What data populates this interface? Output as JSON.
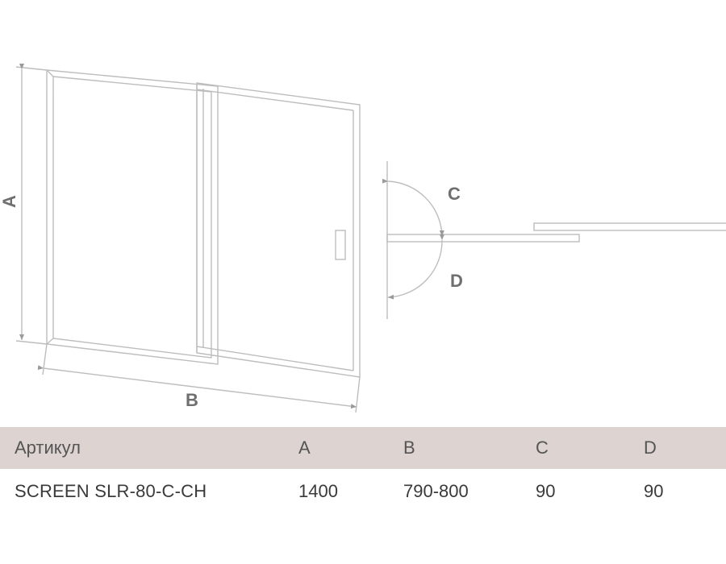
{
  "diagram": {
    "labels": {
      "a": "A",
      "b": "B",
      "c": "C",
      "d": "D"
    },
    "colors": {
      "line": "#bdbdbd",
      "label": "#6f6f6f",
      "header_bg": "#ddd3d1"
    }
  },
  "table": {
    "headers": [
      "Артикул",
      "A",
      "B",
      "C",
      "D"
    ],
    "rows": [
      [
        "SCREEN SLR-80-C-CH",
        "1400",
        "790-800",
        "90",
        "90"
      ]
    ]
  }
}
